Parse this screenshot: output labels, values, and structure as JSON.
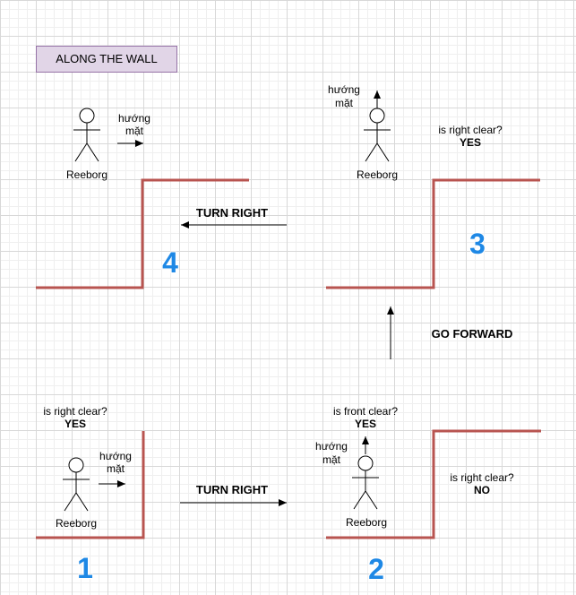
{
  "title": "ALONG THE WALL",
  "robot_name": "Reeborg",
  "facing_label": [
    "hướng",
    "mặt"
  ],
  "labels": {
    "turn_right_top": "TURN RIGHT",
    "turn_right_bottom": "TURN RIGHT",
    "go_forward": "GO FORWARD"
  },
  "questions": {
    "panel1_q": "is right clear?",
    "panel1_a": "YES",
    "panel2_front_q": "is front clear?",
    "panel2_front_a": "YES",
    "panel2_right_q": "is right clear?",
    "panel2_right_a": "NO",
    "panel3_q": "is right clear?",
    "panel3_a": "YES"
  },
  "step_numbers": [
    "1",
    "2",
    "3",
    "4"
  ],
  "colors": {
    "wall": "#b85450",
    "number": "#1e88e5",
    "title_fill": "#e1d5e7",
    "title_border": "#9673a6"
  }
}
